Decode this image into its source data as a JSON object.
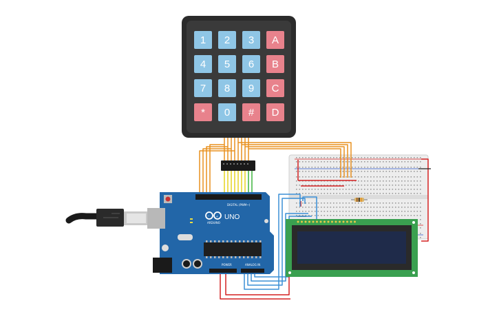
{
  "keypad": {
    "keys": [
      {
        "label": "1",
        "kind": "digit"
      },
      {
        "label": "2",
        "kind": "digit"
      },
      {
        "label": "3",
        "kind": "digit"
      },
      {
        "label": "A",
        "kind": "letter"
      },
      {
        "label": "4",
        "kind": "digit"
      },
      {
        "label": "5",
        "kind": "digit"
      },
      {
        "label": "6",
        "kind": "digit"
      },
      {
        "label": "B",
        "kind": "letter"
      },
      {
        "label": "7",
        "kind": "digit"
      },
      {
        "label": "8",
        "kind": "digit"
      },
      {
        "label": "9",
        "kind": "digit"
      },
      {
        "label": "C",
        "kind": "letter"
      },
      {
        "label": "*",
        "kind": "symbol"
      },
      {
        "label": "0",
        "kind": "digit"
      },
      {
        "label": "#",
        "kind": "symbol"
      },
      {
        "label": "D",
        "kind": "letter"
      }
    ]
  },
  "arduino": {
    "brand": "ARDUINO",
    "model": "UNO",
    "digital_label": "DIGITAL (PWM~)",
    "analog_label": "ANALOG IN",
    "power_label": "POWER"
  },
  "colors": {
    "keypad_body": "#2b2b2b",
    "key_digit": "#8fc6e6",
    "key_letter": "#e8828c",
    "board": "#2266a8",
    "wire_orange": "#e8901e",
    "wire_yellow": "#e6d21e",
    "wire_green": "#3cb33c",
    "wire_red": "#d42020",
    "wire_blue": "#3a8fd6",
    "lcd_frame": "#3aa050",
    "lcd_screen": "#1f2b4a",
    "breadboard": "#ececec"
  }
}
